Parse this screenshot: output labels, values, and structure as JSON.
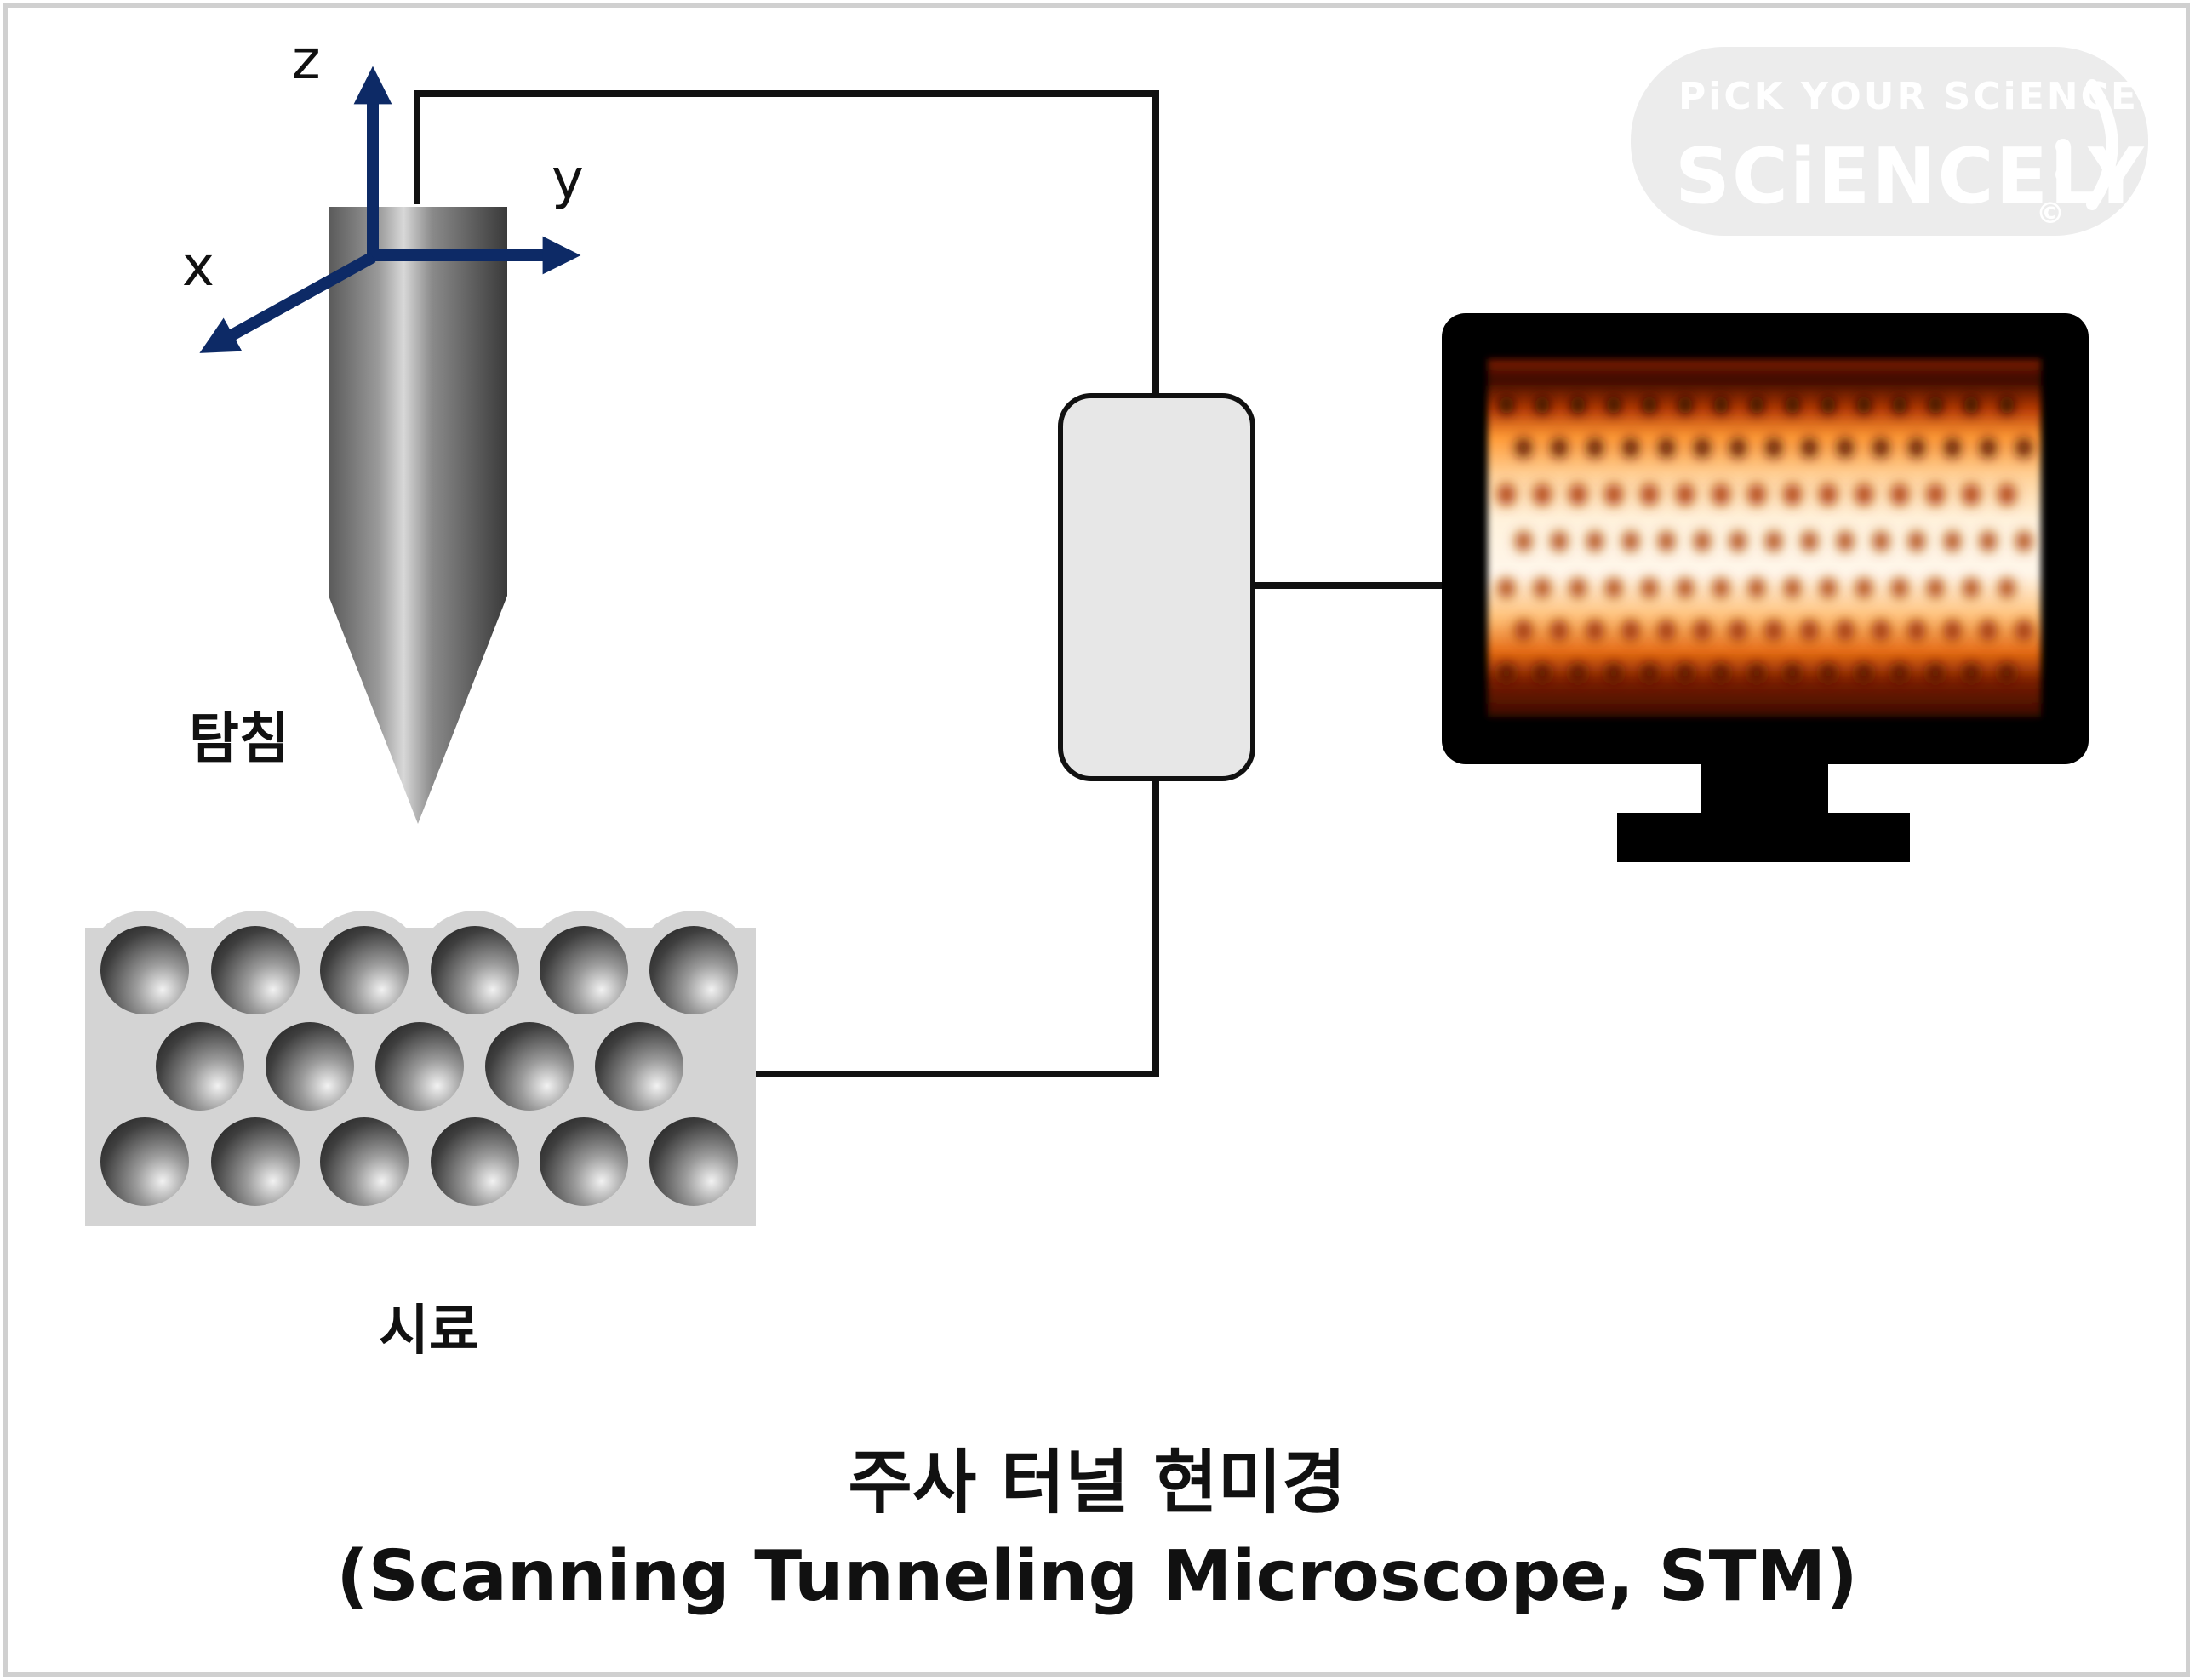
{
  "axes": {
    "z": "z",
    "y": "y",
    "x": "x"
  },
  "labels": {
    "probe": "탐침",
    "sample": "시료"
  },
  "title": {
    "korean": "주사 터널 현미경",
    "english": "(Scanning Tunneling Microscope, STM)"
  },
  "logo": {
    "tagline": "PiCK YOUR SCiENCE",
    "brand": "SCiENCELY",
    "copyright": "©"
  },
  "icons": [
    "axis-arrows-icon",
    "probe-tip-icon",
    "sample-atoms-icon",
    "control-box-icon",
    "monitor-icon"
  ],
  "colors": {
    "axis": "#0d2a66",
    "wire": "#111111",
    "sample_bg": "#d4d4d4",
    "box_fill": "#e7e7e7",
    "logo_bg": "#eeeeee"
  }
}
